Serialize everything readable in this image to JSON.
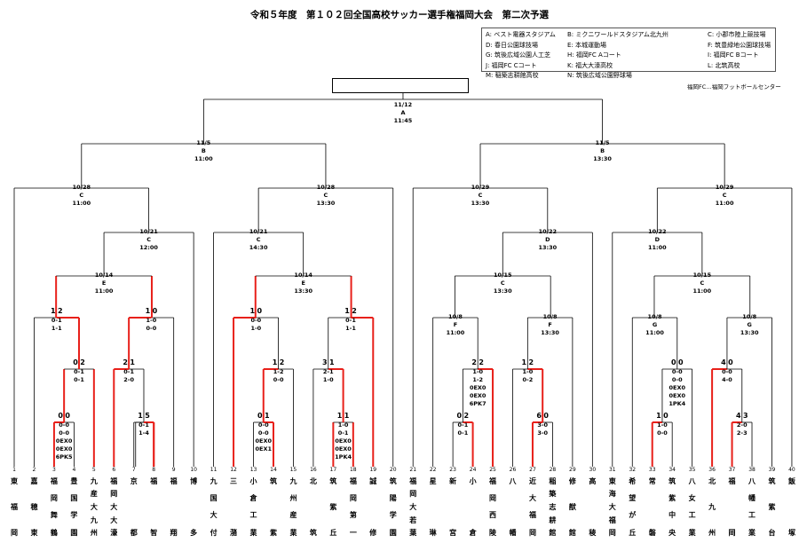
{
  "title": "令和５年度　第１０２回全国高校サッカー選手権福岡大会　第二次予選",
  "venues": [
    "A: ベスト電器スタジアム",
    "B: ミクニワールドスタジアム北九州",
    "C: 小郡市陸上競技場",
    "D: 春日公園球技場",
    "E: 本城運動場",
    "F: 筑豊緑地公園球技場",
    "G: 筑後広域公園人工芝",
    "H: 福岡FC Aコート",
    "I: 福岡FC Bコート",
    "J: 福岡FC Cコート",
    "K: 福大大濠高校",
    "L: 北筑高校",
    "M: 稲築志耕館高校",
    "N: 筑後広域公園野球場"
  ],
  "note": "福岡FC…福岡フットボールセンター",
  "teams": [
    {
      "no": "1",
      "name": "東福岡"
    },
    {
      "no": "2",
      "name": "嘉穂東"
    },
    {
      "no": "3",
      "name": "福岡舞鶴"
    },
    {
      "no": "4",
      "name": "豊国学園"
    },
    {
      "no": "5",
      "name": "九産大九州"
    },
    {
      "no": "6",
      "name": "福岡大大濠"
    },
    {
      "no": "7",
      "name": "京都"
    },
    {
      "no": "8",
      "name": "福智"
    },
    {
      "no": "9",
      "name": "福翔"
    },
    {
      "no": "10",
      "name": "博多"
    },
    {
      "no": "11",
      "name": "九国大付"
    },
    {
      "no": "12",
      "name": "三潴"
    },
    {
      "no": "13",
      "name": "小倉工業"
    },
    {
      "no": "14",
      "name": "筑紫"
    },
    {
      "no": "15",
      "name": "九州産業"
    },
    {
      "no": "16",
      "name": "北筑"
    },
    {
      "no": "17",
      "name": "筑紫丘"
    },
    {
      "no": "18",
      "name": "福岡第一"
    },
    {
      "no": "19",
      "name": "誠修"
    },
    {
      "no": "20",
      "name": "筑陽学園"
    },
    {
      "no": "21",
      "name": "福岡大若葉"
    },
    {
      "no": "22",
      "name": "星琳"
    },
    {
      "no": "23",
      "name": "新宮"
    },
    {
      "no": "24",
      "name": "小倉"
    },
    {
      "no": "25",
      "name": "福岡西陵"
    },
    {
      "no": "26",
      "name": "八幡"
    },
    {
      "no": "27",
      "name": "近大福岡"
    },
    {
      "no": "28",
      "name": "稲築志耕館"
    },
    {
      "no": "29",
      "name": "修猷館"
    },
    {
      "no": "30",
      "name": "高稜"
    },
    {
      "no": "31",
      "name": "東海大福岡"
    },
    {
      "no": "32",
      "name": "希望が丘"
    },
    {
      "no": "33",
      "name": "常磐"
    },
    {
      "no": "34",
      "name": "筑紫中央"
    },
    {
      "no": "35",
      "name": "八女工業"
    },
    {
      "no": "36",
      "name": "北九州"
    },
    {
      "no": "37",
      "name": "福岡"
    },
    {
      "no": "38",
      "name": "八幡工業"
    },
    {
      "no": "39",
      "name": "筑紫台"
    },
    {
      "no": "40",
      "name": "飯塚"
    }
  ],
  "match_infos": [
    {
      "d": "11/12",
      "v": "A",
      "t": "11:45"
    },
    {
      "d": "11/5",
      "v": "B",
      "t": "11:00"
    },
    {
      "d": "11/5",
      "v": "B",
      "t": "13:30"
    },
    {
      "d": "10/28",
      "v": "C",
      "t": "11:00"
    },
    {
      "d": "10/28",
      "v": "C",
      "t": "13:30"
    },
    {
      "d": "10/29",
      "v": "C",
      "t": "13:30"
    },
    {
      "d": "10/29",
      "v": "C",
      "t": "11:00"
    },
    {
      "d": "10/21",
      "v": "C",
      "t": "12:00"
    },
    {
      "d": "10/21",
      "v": "C",
      "t": "14:30"
    },
    {
      "d": "10/22",
      "v": "D",
      "t": "13:30"
    },
    {
      "d": "10/22",
      "v": "D",
      "t": "11:00"
    },
    {
      "d": "10/14",
      "v": "E",
      "t": "11:00"
    },
    {
      "d": "10/14",
      "v": "E",
      "t": "13:30"
    },
    {
      "d": "10/15",
      "v": "C",
      "t": "13:30"
    },
    {
      "d": "10/15",
      "v": "C",
      "t": "11:00"
    },
    {
      "d": "10/8",
      "v": "F",
      "t": "11:00"
    },
    {
      "d": "10/8",
      "v": "F",
      "t": "13:30"
    },
    {
      "d": "10/8",
      "v": "G",
      "t": "11:00"
    },
    {
      "d": "10/8",
      "v": "G",
      "t": "13:30"
    }
  ],
  "scores": [
    {
      "l": "1",
      "r": "2",
      "lines": [
        "0-1",
        "1-1"
      ]
    },
    {
      "l": "1",
      "r": "0",
      "lines": [
        "1-0",
        "0-0"
      ]
    },
    {
      "l": "0",
      "r": "2",
      "lines": [
        "0-1",
        "0-1"
      ]
    },
    {
      "l": "2",
      "r": "1",
      "lines": [
        "0-1",
        "2-0"
      ]
    },
    {
      "l": "1",
      "r": "5",
      "lines": [
        "0-1",
        "1-4"
      ]
    },
    {
      "l": "0",
      "r": "0",
      "lines": [
        "0-0",
        "0-0",
        "0EX0",
        "0EX0",
        "6PK5"
      ]
    },
    {
      "l": "1",
      "r": "0",
      "lines": [
        "0-0",
        "1-0"
      ]
    },
    {
      "l": "1",
      "r": "2",
      "lines": [
        "0-1",
        "1-1"
      ]
    },
    {
      "l": "1",
      "r": "2",
      "lines": [
        "1-2",
        "0-0"
      ]
    },
    {
      "l": "3",
      "r": "1",
      "lines": [
        "2-1",
        "1-0"
      ]
    },
    {
      "l": "0",
      "r": "1",
      "lines": [
        "0-0",
        "0-0",
        "0EX0",
        "0EX1"
      ]
    },
    {
      "l": "1",
      "r": "1",
      "lines": [
        "1-0",
        "0-1",
        "0EX0",
        "0EX0",
        "1PK4"
      ]
    },
    {
      "l": "2",
      "r": "2",
      "lines": [
        "1-0",
        "1-2",
        "0EX0",
        "0EX0",
        "6PK7"
      ]
    },
    {
      "l": "1",
      "r": "2",
      "lines": [
        "1-0",
        "0-2"
      ]
    },
    {
      "l": "0",
      "r": "2",
      "lines": [
        "0-1",
        "0-1"
      ]
    },
    {
      "l": "6",
      "r": "0",
      "lines": [
        "3-0",
        "3-0"
      ]
    },
    {
      "l": "0",
      "r": "0",
      "lines": [
        "0-0",
        "0-0",
        "0EX0",
        "0EX0",
        "1PK4"
      ]
    },
    {
      "l": "4",
      "r": "0",
      "lines": [
        "0-0",
        "4-0"
      ]
    },
    {
      "l": "1",
      "r": "0",
      "lines": [
        "1-0",
        "0-0"
      ]
    },
    {
      "l": "4",
      "r": "3",
      "lines": [
        "2-0",
        "2-3"
      ]
    }
  ],
  "colors": {
    "line": "#000000",
    "winner": "#e8201a"
  }
}
